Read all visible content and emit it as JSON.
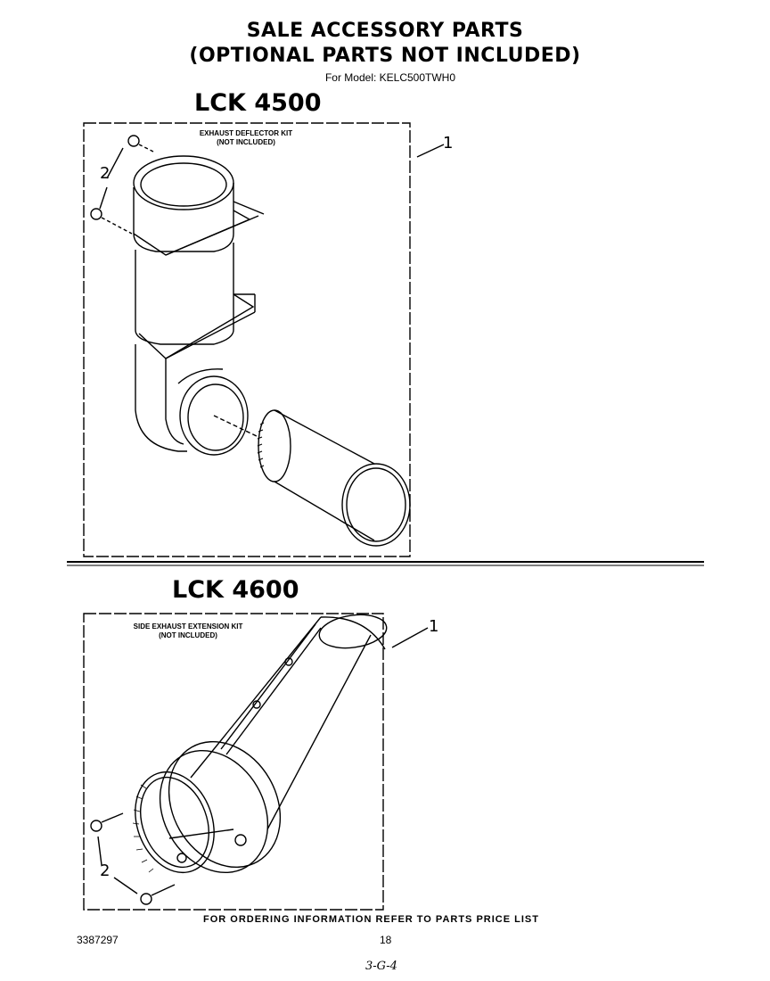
{
  "header": {
    "title_line1": "SALE ACCESSORY PARTS",
    "title_line2": "(OPTIONAL PARTS NOT INCLUDED)",
    "model": "For Model: KELC500TWH0"
  },
  "section1": {
    "heading": "LCK 4500",
    "kit_label_line1": "EXHAUST DEFLECTOR KIT",
    "kit_label_line2": "(NOT INCLUDED)",
    "callout_1": "1",
    "callout_2": "2"
  },
  "section2": {
    "heading": "LCK 4600",
    "kit_label_line1": "SIDE EXHAUST EXTENSION KIT",
    "kit_label_line2": "(NOT INCLUDED)",
    "callout_1": "1",
    "callout_2": "2"
  },
  "footer": {
    "ordering_note": "FOR ORDERING INFORMATION REFER TO PARTS PRICE LIST",
    "doc_number": "3387297",
    "page_number": "18",
    "handwritten": "3-G-4"
  }
}
